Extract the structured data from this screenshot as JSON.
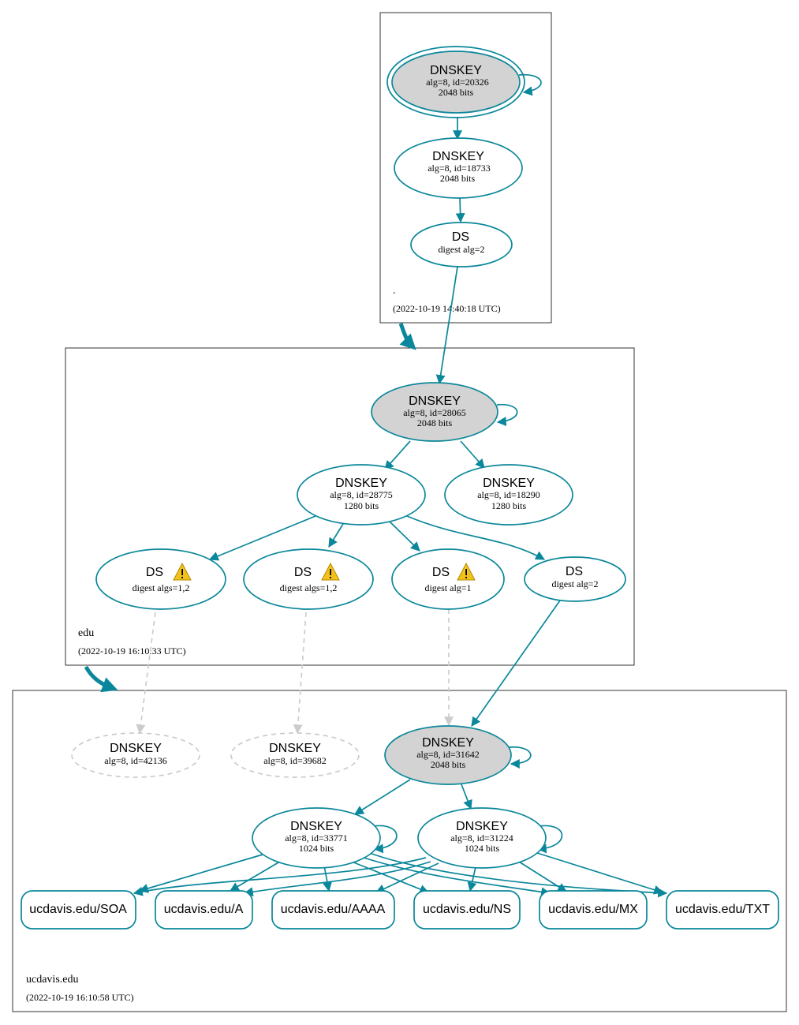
{
  "colors": {
    "accent": "#0a879a",
    "inactive": "#cccccc",
    "trust_fill": "#d3d3d3",
    "warning": "#f2c21b"
  },
  "zones": {
    "root": {
      "name": ".",
      "time": "(2022-10-19 14:40:18 UTC)"
    },
    "edu": {
      "name": "edu",
      "time": "(2022-10-19 16:10:33 UTC)"
    },
    "ucdavis": {
      "name": "ucdavis.edu",
      "time": "(2022-10-19 16:10:58 UTC)"
    }
  },
  "nodes": {
    "root_ksk": {
      "title": "DNSKEY",
      "line1": "alg=8, id=20326",
      "line2": "2048 bits"
    },
    "root_zsk": {
      "title": "DNSKEY",
      "line1": "alg=8, id=18733",
      "line2": "2048 bits"
    },
    "root_ds": {
      "title": "DS",
      "line1": "digest alg=2"
    },
    "edu_ksk": {
      "title": "DNSKEY",
      "line1": "alg=8, id=28065",
      "line2": "2048 bits"
    },
    "edu_zsk1": {
      "title": "DNSKEY",
      "line1": "alg=8, id=28775",
      "line2": "1280 bits"
    },
    "edu_zsk2": {
      "title": "DNSKEY",
      "line1": "alg=8, id=18290",
      "line2": "1280 bits"
    },
    "edu_ds1": {
      "title": "DS",
      "line1": "digest algs=1,2"
    },
    "edu_ds2": {
      "title": "DS",
      "line1": "digest algs=1,2"
    },
    "edu_ds3": {
      "title": "DS",
      "line1": "digest alg=1"
    },
    "edu_ds4": {
      "title": "DS",
      "line1": "digest alg=2"
    },
    "uc_missing1": {
      "title": "DNSKEY",
      "line1": "alg=8, id=42136"
    },
    "uc_missing2": {
      "title": "DNSKEY",
      "line1": "alg=8, id=39682"
    },
    "uc_ksk": {
      "title": "DNSKEY",
      "line1": "alg=8, id=31642",
      "line2": "2048 bits"
    },
    "uc_zsk1": {
      "title": "DNSKEY",
      "line1": "alg=8, id=33771",
      "line2": "1024 bits"
    },
    "uc_zsk2": {
      "title": "DNSKEY",
      "line1": "alg=8, id=31224",
      "line2": "1024 bits"
    }
  },
  "records": [
    "ucdavis.edu/SOA",
    "ucdavis.edu/A",
    "ucdavis.edu/AAAA",
    "ucdavis.edu/NS",
    "ucdavis.edu/MX",
    "ucdavis.edu/TXT"
  ]
}
